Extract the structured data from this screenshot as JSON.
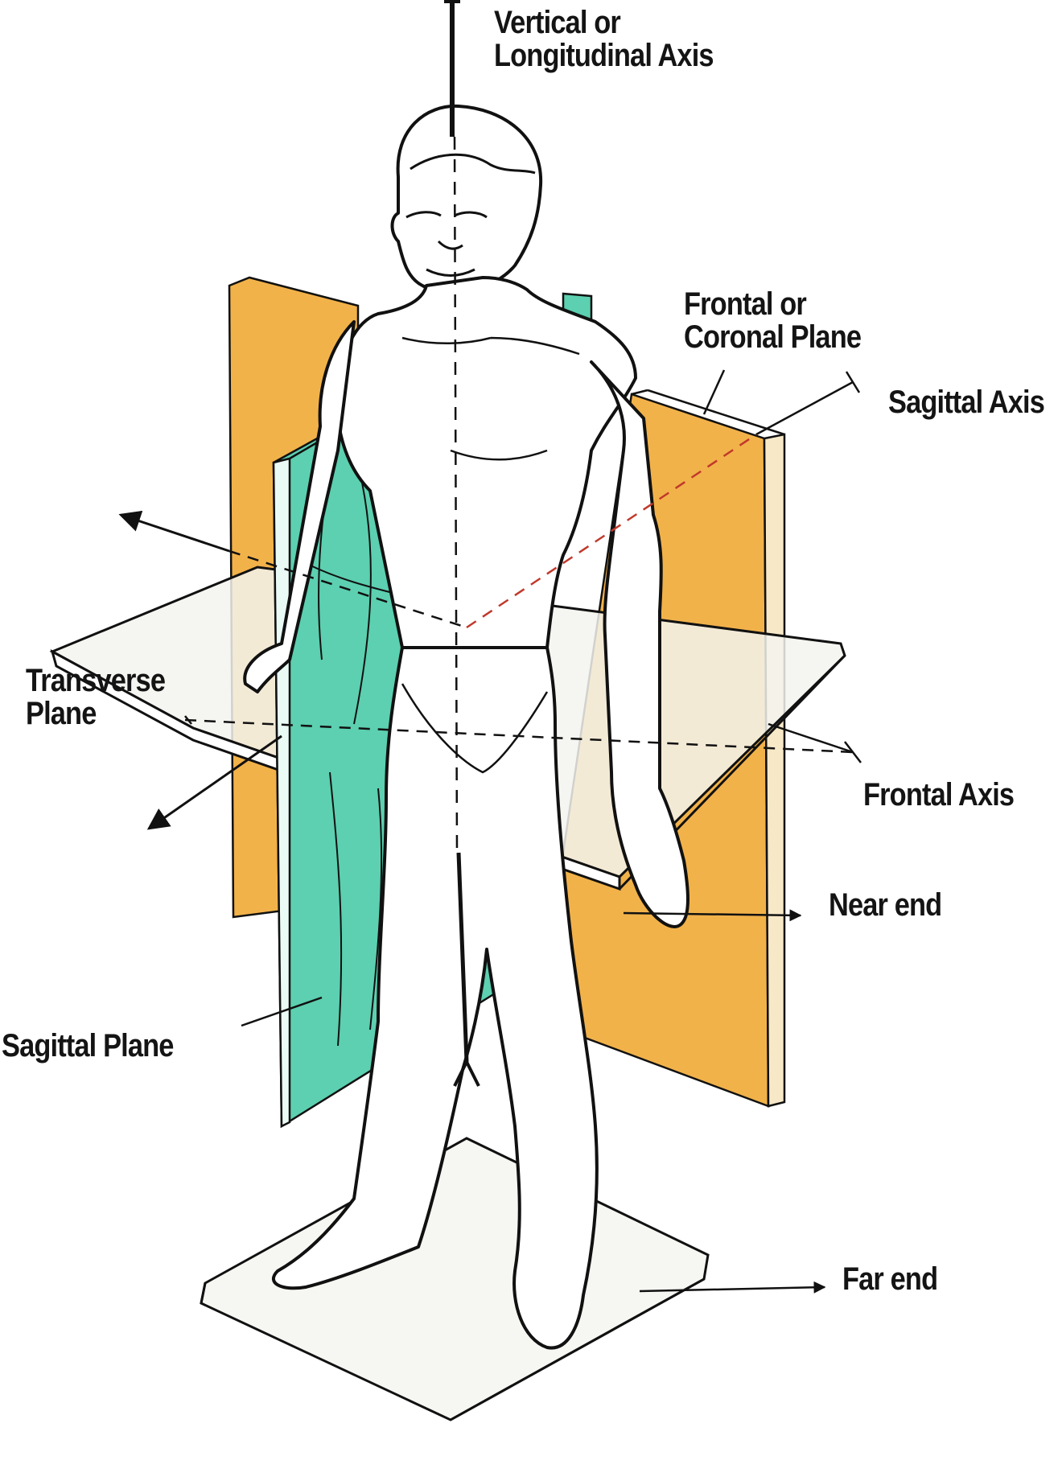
{
  "labels": {
    "vertical_axis": [
      "Vertical or",
      "Longitudinal Axis"
    ],
    "frontal_plane": [
      "Frontal or",
      "Coronal Plane"
    ],
    "sagittal_axis": "Sagittal Axis",
    "transverse_plane": [
      "Transverse",
      "Plane"
    ],
    "frontal_axis": "Frontal Axis",
    "near_end": "Near end",
    "sagittal_plane": "Sagittal Plane",
    "far_end": "Far end"
  },
  "colors": {
    "frontal_plane": "#f2b24a",
    "sagittal_plane": "#5cd0b0",
    "transverse_plane": "#f3f3ef",
    "outline": "#111111",
    "axis_dash": "#c0392b"
  }
}
